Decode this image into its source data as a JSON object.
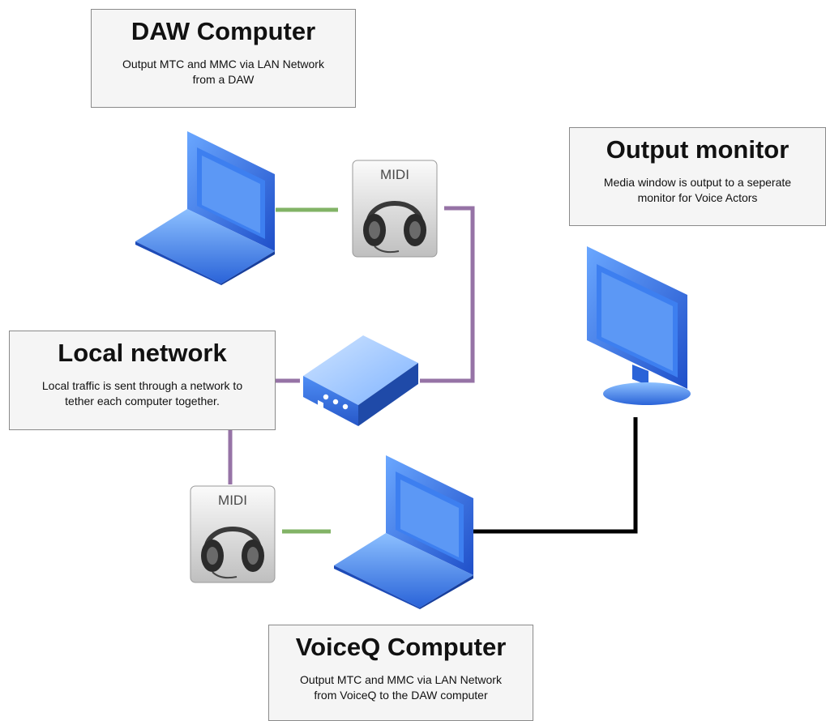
{
  "boxes": {
    "daw": {
      "title": "DAW Computer",
      "desc_line1": "Output MTC and MMC via LAN Network",
      "desc_line2": "from a DAW"
    },
    "output": {
      "title": "Output monitor",
      "desc_line1": "Media window is output to a seperate",
      "desc_line2": "monitor for Voice Actors"
    },
    "network": {
      "title": "Local network",
      "desc_line1": "Local traffic is sent through a network to",
      "desc_line2": "tether each computer together."
    },
    "voiceq": {
      "title": "VoiceQ Computer",
      "desc_line1": "Output MTC and MMC via LAN Network",
      "desc_line2": "from VoiceQ to the DAW computer"
    }
  },
  "midi": {
    "label": "MIDI"
  },
  "colors": {
    "green_link": "#82b366",
    "purple_link": "#9673a6",
    "black_link": "#000000",
    "screen_blue": "#3d7ff0"
  },
  "icons": [
    "laptop-icon",
    "midi-headphones-icon",
    "network-switch-icon",
    "monitor-icon"
  ]
}
